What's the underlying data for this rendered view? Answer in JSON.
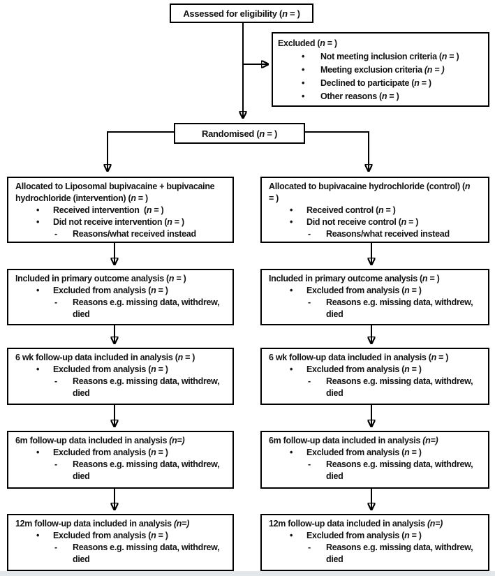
{
  "colors": {
    "ink": "#000000",
    "background": "#ffffff",
    "footer_strip": "#e4e7ea"
  },
  "markers": {
    "bullet": "•",
    "dash": "-"
  },
  "assessed": {
    "title_runs": [
      {
        "t": "Assessed for eligibility ("
      },
      {
        "t": "n",
        "i": true
      },
      {
        "t": " = )"
      }
    ]
  },
  "excluded": {
    "title_runs": [
      {
        "t": "Excluded ("
      },
      {
        "t": "n",
        "i": true
      },
      {
        "t": " = )"
      }
    ],
    "items": [
      {
        "runs": [
          {
            "t": "Not meeting inclusion criteria ("
          },
          {
            "t": "n",
            "i": true
          },
          {
            "t": " = )"
          }
        ]
      },
      {
        "runs": [
          {
            "t": "Meeting exclusion criteria "
          },
          {
            "t": "(n = )",
            "i": true
          }
        ]
      },
      {
        "runs": [
          {
            "t": "Declined to participate ("
          },
          {
            "t": "n",
            "i": true
          },
          {
            "t": " = )"
          }
        ]
      },
      {
        "runs": [
          {
            "t": "Other reasons ("
          },
          {
            "t": "n",
            "i": true
          },
          {
            "t": " = )"
          }
        ]
      }
    ]
  },
  "randomised": {
    "title_runs": [
      {
        "t": "Randomised ("
      },
      {
        "t": "n",
        "i": true
      },
      {
        "t": " = )"
      }
    ]
  },
  "left": {
    "allocation": {
      "title_runs": [
        {
          "t": "Allocated to Liposomal bupivacaine + bupivacaine"
        },
        {
          "br": true
        },
        {
          "t": "hydrochloride (intervention) ("
        },
        {
          "t": "n",
          "i": true
        },
        {
          "t": " = )"
        }
      ],
      "bullet1_runs": [
        {
          "t": "Received intervention  ("
        },
        {
          "t": "n",
          "i": true
        },
        {
          "t": " = )"
        }
      ],
      "bullet2_runs": [
        {
          "t": "Did not receive intervention ("
        },
        {
          "t": "n",
          "i": true
        },
        {
          "t": " = )"
        }
      ],
      "dash_runs": [
        {
          "t": "Reasons/what received instead"
        }
      ]
    },
    "primary": {
      "title_runs": [
        {
          "t": "Included in primary outcome analysis ("
        },
        {
          "t": "n",
          "i": true
        },
        {
          "t": " = )"
        }
      ],
      "bullet_runs": [
        {
          "t": "Excluded from analysis ("
        },
        {
          "t": "n",
          "i": true
        },
        {
          "t": " = )"
        }
      ],
      "dash_runs": [
        {
          "t": "Reasons e.g. missing data, withdrew,"
        },
        {
          "br": true
        },
        {
          "t": "died"
        }
      ]
    },
    "wk6": {
      "title_runs": [
        {
          "t": "6 wk follow-up data included in analysis ("
        },
        {
          "t": "n",
          "i": true
        },
        {
          "t": " = )"
        }
      ],
      "bullet_runs": [
        {
          "t": "Excluded from analysis ("
        },
        {
          "t": "n",
          "i": true
        },
        {
          "t": " = )"
        }
      ],
      "dash_runs": [
        {
          "t": "Reasons e.g. missing data, withdrew,"
        },
        {
          "br": true
        },
        {
          "t": "died"
        }
      ]
    },
    "m6": {
      "title_runs": [
        {
          "t": "6m follow-up data included in analysis "
        },
        {
          "t": "(n=)",
          "i": true
        }
      ],
      "bullet_runs": [
        {
          "t": "Excluded from analysis ("
        },
        {
          "t": "n",
          "i": true
        },
        {
          "t": " = )"
        }
      ],
      "dash_runs": [
        {
          "t": "Reasons e.g. missing data, withdrew,"
        },
        {
          "br": true
        },
        {
          "t": "died"
        }
      ]
    },
    "m12": {
      "title_runs": [
        {
          "t": "12m follow-up data included in analysis "
        },
        {
          "t": "(n=)",
          "i": true
        }
      ],
      "bullet_runs": [
        {
          "t": "Excluded from analysis ("
        },
        {
          "t": "n",
          "i": true
        },
        {
          "t": " = )"
        }
      ],
      "dash_runs": [
        {
          "t": "Reasons e.g. missing data, withdrew,"
        },
        {
          "br": true
        },
        {
          "t": "died"
        }
      ]
    }
  },
  "right": {
    "allocation": {
      "title_runs": [
        {
          "t": "Allocated to bupivacaine hydrochloride (control) ("
        },
        {
          "t": "n",
          "i": true
        },
        {
          "br": true
        },
        {
          "t": "= )"
        }
      ],
      "bullet1_runs": [
        {
          "t": "Received control ("
        },
        {
          "t": "n",
          "i": true
        },
        {
          "t": " = )"
        }
      ],
      "bullet2_runs": [
        {
          "t": "Did not receive control ("
        },
        {
          "t": "n",
          "i": true
        },
        {
          "t": " = )"
        }
      ],
      "dash_runs": [
        {
          "t": "Reasons/what received instead"
        }
      ]
    },
    "primary": {
      "title_runs": [
        {
          "t": "Included in primary outcome analysis ("
        },
        {
          "t": "n",
          "i": true
        },
        {
          "t": " = )"
        }
      ],
      "bullet_runs": [
        {
          "t": "Excluded from analysis ("
        },
        {
          "t": "n",
          "i": true
        },
        {
          "t": " = )"
        }
      ],
      "dash_runs": [
        {
          "t": "Reasons e.g. missing data, withdrew,"
        },
        {
          "br": true
        },
        {
          "t": "died"
        }
      ]
    },
    "wk6": {
      "title_runs": [
        {
          "t": "6 wk follow-up data included in analysis ("
        },
        {
          "t": "n",
          "i": true
        },
        {
          "t": " = )"
        }
      ],
      "bullet_runs": [
        {
          "t": "Excluded from analysis ("
        },
        {
          "t": "n",
          "i": true
        },
        {
          "t": " = )"
        }
      ],
      "dash_runs": [
        {
          "t": "Reasons e.g. missing data, withdrew,"
        },
        {
          "br": true
        },
        {
          "t": "died"
        }
      ]
    },
    "m6": {
      "title_runs": [
        {
          "t": "6m follow-up data included in analysis "
        },
        {
          "t": "(n=)",
          "i": true
        }
      ],
      "bullet_runs": [
        {
          "t": "Excluded from analysis ("
        },
        {
          "t": "n",
          "i": true
        },
        {
          "t": " = )"
        }
      ],
      "dash_runs": [
        {
          "t": "Reasons e.g. missing data, withdrew,"
        },
        {
          "br": true
        },
        {
          "t": "died"
        }
      ]
    },
    "m12": {
      "title_runs": [
        {
          "t": "12m follow-up data included in analysis "
        },
        {
          "t": "(n=)",
          "i": true
        }
      ],
      "bullet_runs": [
        {
          "t": "Excluded from analysis ("
        },
        {
          "t": "n",
          "i": true
        },
        {
          "t": " = )"
        }
      ],
      "dash_runs": [
        {
          "t": "Reasons e.g. missing data, withdrew,"
        },
        {
          "br": true
        },
        {
          "t": "died"
        }
      ]
    }
  }
}
